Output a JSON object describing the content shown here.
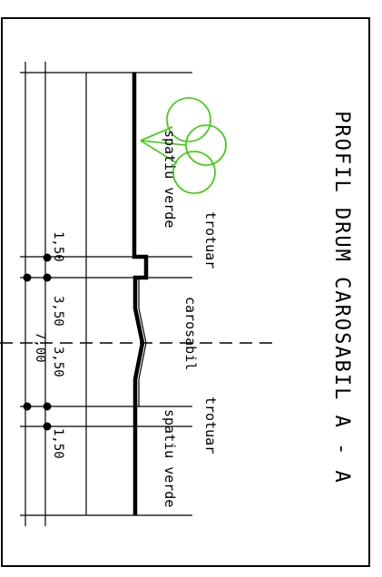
{
  "title": "PROFIL DRUM CAROSABIL A - A",
  "labels": {
    "spatiu_verde_left": "spatiu verde",
    "trotuar_left": "trotuar",
    "carosabil": "carosabil",
    "trotuar_right": "trotuar",
    "spatiu_verde_right": "spatiu verde"
  },
  "dimensions": {
    "sidewalk_left": "1,50",
    "lane_left": "3,50",
    "lane_right": "3,50",
    "total_width": "7,00",
    "sidewalk_right": "1,50"
  },
  "colors": {
    "line": "#000000",
    "tree": "#33cc00",
    "background": "#ffffff"
  },
  "icons": [
    "tree-symbol-icon"
  ]
}
